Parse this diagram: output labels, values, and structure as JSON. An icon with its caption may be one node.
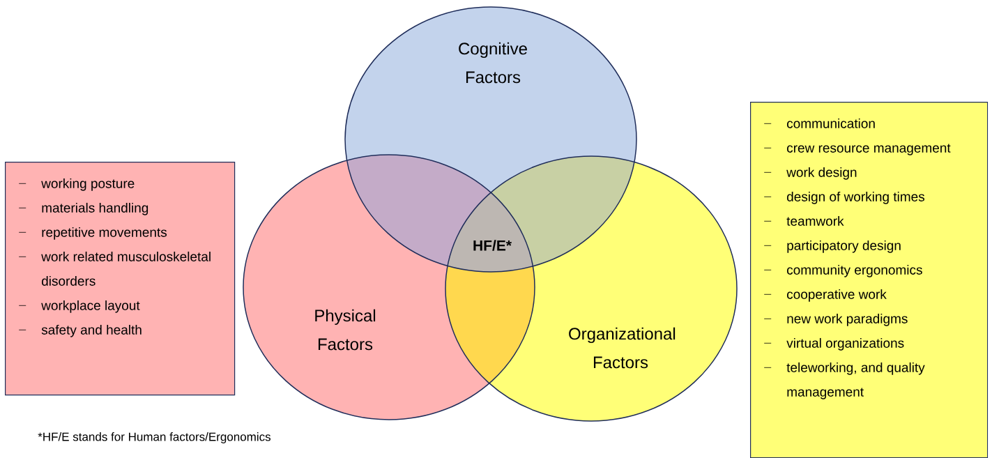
{
  "diagram": {
    "nodes": [
      {
        "text": [
          "Cognitive Factors"
        ]
      },
      {
        "text": [
          "Physical Factors"
        ]
      },
      {
        "text": [
          "Organizational Factors"
        ]
      },
      {
        "text": [
          "working posture",
          "materials handling",
          "repetitive movements",
          "work related musculoskeletal disorders",
          "workplace layout",
          "safety and health"
        ]
      },
      {
        "text": [
          "communication",
          "crew resource management",
          "work design",
          "design of working times",
          "teamwork",
          "participatory design",
          "community ergonomics",
          "cooperative work",
          "new work paradigms",
          "virtual organizations",
          "teleworking, and quality management"
        ]
      }
    ],
    "labels": [
      "HF/E*",
      "*HF/E stands for Human factors/Ergonomics"
    ]
  }
}
